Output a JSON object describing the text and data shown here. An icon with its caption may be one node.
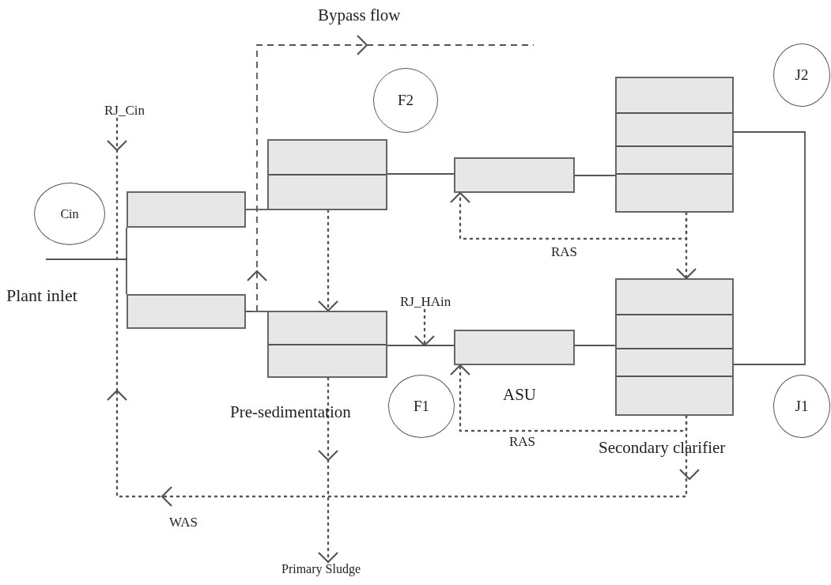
{
  "diagram": {
    "nodes": [
      {
        "text": [
          "RJ_Cin"
        ]
      },
      {
        "text": [
          "F2"
        ]
      },
      {
        "text": [
          "J2"
        ]
      },
      {
        "text": [
          "Cin"
        ]
      },
      {
        "text": [],
        "shape": "box"
      },
      {
        "text": [],
        "shape": "box"
      },
      {
        "text": [],
        "shape": "box"
      },
      {
        "text": [],
        "shape": "box"
      },
      {
        "text": [
          "RJ_HAin"
        ]
      },
      {
        "text": [],
        "shape": "box"
      },
      {
        "text": [],
        "shape": "box",
        "beside": [
          "Pre-sedimentation"
        ]
      },
      {
        "text": [],
        "shape": "box",
        "beside": [
          "ASU"
        ]
      },
      {
        "text": [],
        "shape": "box",
        "beside": [
          "Secondary clarifier"
        ]
      },
      {
        "text": [
          "F1"
        ]
      },
      {
        "text": [
          "J1"
        ]
      },
      {
        "text": [
          "Primary Sludge"
        ]
      }
    ],
    "edges": [
      {
        "from": null,
        "to": 4,
        "arrow": "none"
      },
      {
        "from": null,
        "to": 9,
        "arrow": "none"
      },
      {
        "from": 4,
        "to": 5,
        "arrow": "none"
      },
      {
        "from": 9,
        "to": 10,
        "arrow": "none"
      },
      {
        "from": 5,
        "to": 6,
        "arrow": "none"
      },
      {
        "from": 10,
        "to": 11,
        "arrow": "none"
      },
      {
        "from": 6,
        "to": 7,
        "arrow": "none"
      },
      {
        "from": 11,
        "to": 12,
        "arrow": "none"
      },
      {
        "from": 7,
        "to": 12,
        "arrow": "none"
      },
      {
        "from": 9,
        "to": null,
        "arrow": "to",
        "label": "Bypass flow",
        "style": "dashed"
      },
      {
        "from": 0,
        "to": null,
        "arrow": "to",
        "style": "dashed"
      },
      {
        "from": 5,
        "to": 10,
        "arrow": "to",
        "style": "dashed"
      },
      {
        "from": 10,
        "to": 15,
        "arrow": "to",
        "style": "dashed"
      },
      {
        "from": 7,
        "to": 6,
        "arrow": "to",
        "label": "RAS",
        "style": "dashed"
      },
      {
        "from": 7,
        "to": 12,
        "arrow": "to",
        "style": "dashed"
      },
      {
        "from": 12,
        "to": 11,
        "arrow": "to",
        "label": "RAS",
        "style": "dashed"
      },
      {
        "from": 12,
        "to": null,
        "arrow": "to",
        "label": "WAS",
        "style": "dashed"
      },
      {
        "from": 8,
        "to": null,
        "arrow": "to",
        "style": "dashed"
      }
    ],
    "labels": [
      "Plant inlet"
    ]
  }
}
